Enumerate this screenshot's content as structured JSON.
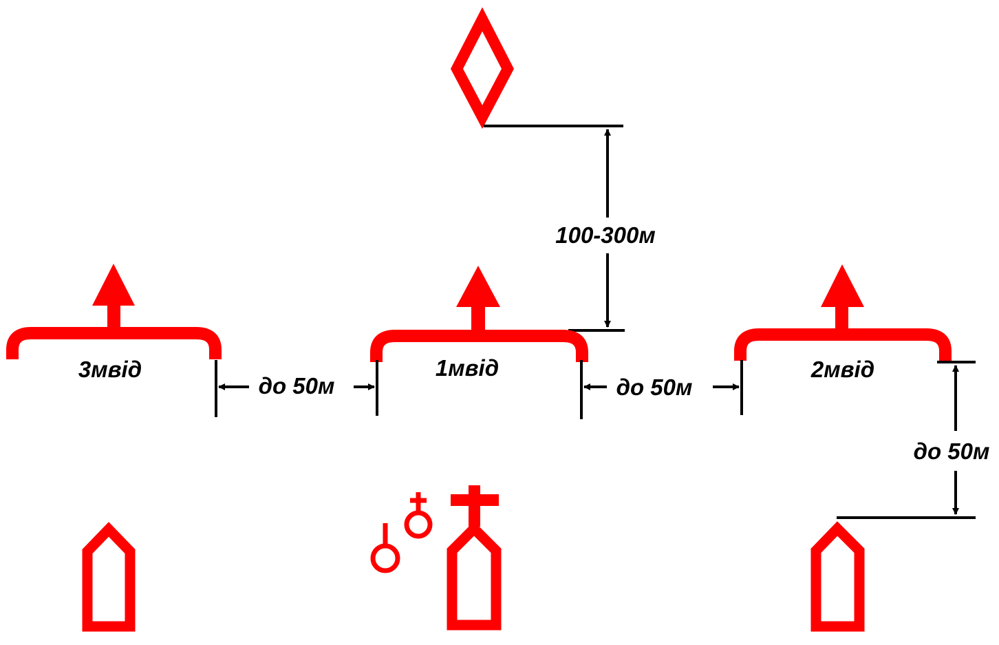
{
  "colors": {
    "symbol": "#ff0000",
    "dimension": "#000000",
    "background": "#ffffff"
  },
  "labels": {
    "squad_left": "3мвід",
    "squad_center": "1мвід",
    "squad_right": "2мвід",
    "gap_left": "до 50м",
    "gap_right": "до 50м",
    "forward_distance": "100-300м",
    "rear_distance": "до 50м"
  },
  "symbols": [
    "rhombus-outpost-symbol",
    "squad-arc-with-arrow-symbol",
    "vehicle-symbol",
    "commander-vehicle-cross-symbol",
    "officer-position-symbols"
  ]
}
